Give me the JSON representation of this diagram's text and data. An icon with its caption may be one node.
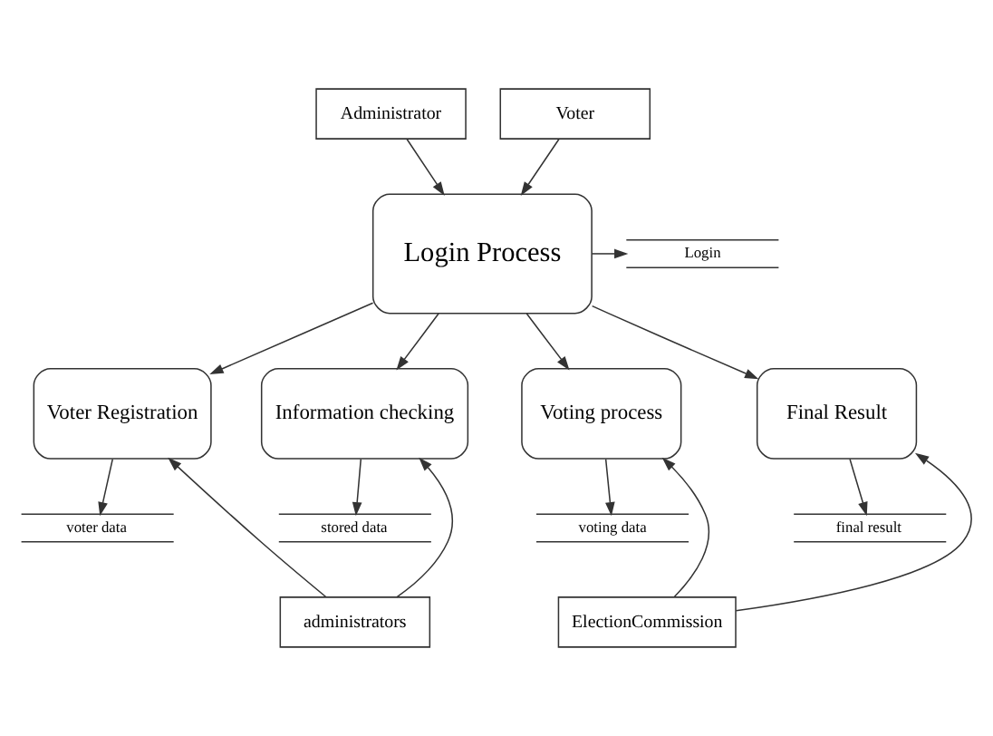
{
  "diagram": {
    "nodes": [
      {
        "text": [
          "Administrator"
        ]
      },
      {
        "text": [
          "Voter"
        ]
      },
      {
        "text": [
          "Login Process"
        ]
      },
      {
        "text": [
          "Login"
        ]
      },
      {
        "text": [
          "Voter Registration"
        ]
      },
      {
        "text": [
          "Information checking"
        ]
      },
      {
        "text": [
          "Voting process"
        ]
      },
      {
        "text": [
          "Final Result"
        ]
      },
      {
        "text": [
          "voter data"
        ]
      },
      {
        "text": [
          "stored data"
        ]
      },
      {
        "text": [
          "voting data"
        ]
      },
      {
        "text": [
          "final result"
        ]
      },
      {
        "text": [
          "administrators"
        ]
      },
      {
        "text": [
          "ElectionCommission"
        ]
      }
    ],
    "edges": [
      {
        "from": 0,
        "to": 2,
        "arrow": "to"
      },
      {
        "from": 1,
        "to": 2,
        "arrow": "to"
      },
      {
        "from": 2,
        "to": 3,
        "arrow": "to"
      },
      {
        "from": 2,
        "to": 4,
        "arrow": "to"
      },
      {
        "from": 2,
        "to": 5,
        "arrow": "to"
      },
      {
        "from": 2,
        "to": 6,
        "arrow": "to"
      },
      {
        "from": 2,
        "to": 7,
        "arrow": "to"
      },
      {
        "from": 4,
        "to": 8,
        "arrow": "to"
      },
      {
        "from": 5,
        "to": 9,
        "arrow": "to"
      },
      {
        "from": 6,
        "to": 10,
        "arrow": "to"
      },
      {
        "from": 7,
        "to": 11,
        "arrow": "to"
      },
      {
        "from": 12,
        "to": 4,
        "arrow": "to"
      },
      {
        "from": 12,
        "to": 5,
        "arrow": "to"
      },
      {
        "from": 13,
        "to": 6,
        "arrow": "to"
      },
      {
        "from": 13,
        "to": 7,
        "arrow": "to"
      }
    ]
  }
}
